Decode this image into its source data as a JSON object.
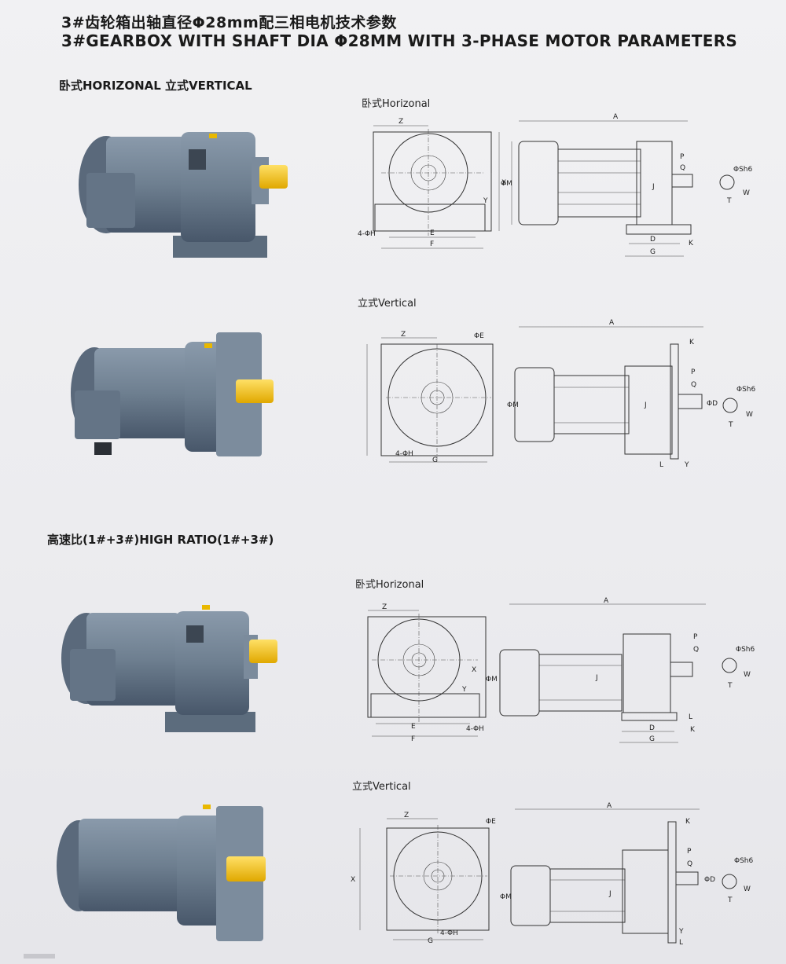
{
  "header": {
    "title_cn": "3#齿轮箱出轴直径Φ28mm配三相电机技术参数",
    "title_en": "3#GEARBOX WITH SHAFT DIA Φ28MM WITH 3-PHASE MOTOR PARAMETERS"
  },
  "sections": {
    "standard_label": "卧式HORIZONAL  立式VERTICAL",
    "high_ratio_label": "高速比(1#+3#)HIGH RATIO(1#+3#)"
  },
  "diagrams": {
    "horizontal_1": "卧式Horizonal",
    "vertical_1": "立式Vertical",
    "horizontal_2": "卧式Horizonal",
    "vertical_2": "立式Vertical"
  },
  "dims": {
    "A": "A",
    "Z": "Z",
    "X": "X",
    "Y": "Y",
    "E": "E",
    "F": "F",
    "G": "G",
    "D": "D",
    "K": "K",
    "L": "L",
    "J": "J",
    "P": "P",
    "Q": "Q",
    "T": "T",
    "W": "W",
    "M": "ΦM",
    "phiD": "ΦD",
    "phiE": "ΦE",
    "hole": "4-ΦH",
    "shaft": "ΦSh6"
  },
  "colors": {
    "motor_body": "#6e7f90",
    "motor_dark": "#4c5b6a",
    "shaft": "#f2c200",
    "page_bg": "#ececef"
  }
}
